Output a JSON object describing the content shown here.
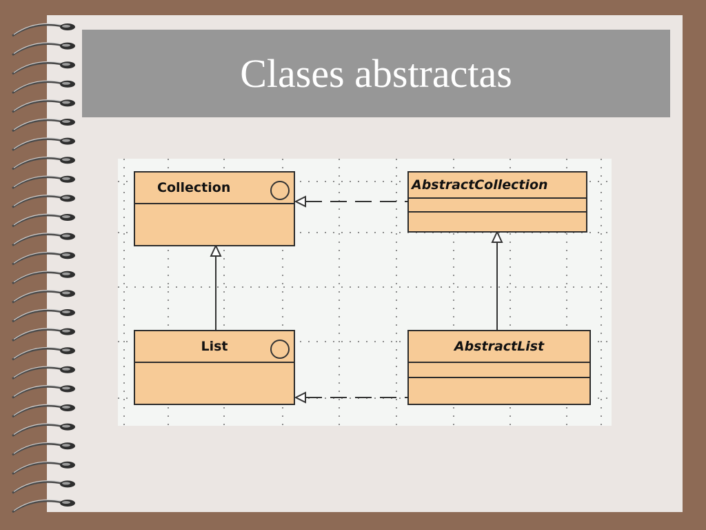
{
  "slide": {
    "title": "Clases abstractas"
  },
  "diagram": {
    "classes": {
      "collection": "Collection",
      "abstract_collection": "AbstractCollection",
      "list": "List",
      "abstract_list": "AbstractList"
    }
  },
  "colors": {
    "class_fill": "#f7cb97",
    "title_bar": "#979797",
    "background": "#8d6a55"
  }
}
